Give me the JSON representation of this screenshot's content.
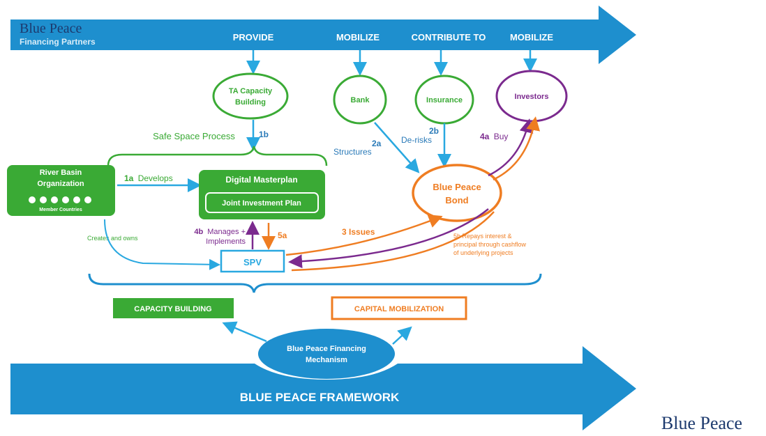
{
  "top_banner": {
    "brand": "Blue Peace",
    "subtitle": "Financing Partners",
    "actions": [
      "PROVIDE",
      "MOBILIZE",
      "CONTRIBUTE TO",
      "MOBILIZE"
    ]
  },
  "nodes": {
    "ta_capacity": [
      "TA Capacity",
      "Building"
    ],
    "bank": "Bank",
    "insurance": "Insurance",
    "investors": "Investors",
    "river_basin": [
      "River Basin",
      "Organization"
    ],
    "member_countries": "Member Countries",
    "digital_masterplan": "Digital Masterplan",
    "joint_investment_plan": "Joint Investment Plan",
    "bond": [
      "Blue Peace",
      "Bond"
    ],
    "spv": "SPV",
    "capacity_building": "CAPACITY BUILDING",
    "capital_mobilization": "CAPITAL MOBILIZATION",
    "mechanism": [
      "Blue Peace Financing",
      "Mechanism"
    ]
  },
  "labels": {
    "safe_space": "Safe Space Process",
    "step_1b": "1b",
    "step_1a": "1a",
    "develops": "Develops",
    "step_2a": "2a",
    "structures": "Structures",
    "step_2b": "2b",
    "de_risks": "De-risks",
    "step_4a": "4a",
    "buy": "Buy",
    "step_4b": "4b",
    "manages": "Manages +",
    "implements": "Implements",
    "step_5a": "5a",
    "step_3": "3 Issues",
    "repays": [
      "5b Repays interest &",
      "principal through cashflow",
      "of underlying projects"
    ],
    "creates_owns": "Creates and owns"
  },
  "bottom_banner": {
    "title": "BLUE PEACE FRAMEWORK"
  },
  "footer_brand": "Blue Peace",
  "colors": {
    "blue": "#1e8fce",
    "light_blue": "#29a8e0",
    "green": "#3aaa35",
    "orange": "#ef7d22",
    "purple": "#7b2a8e",
    "navy": "#1d3a6e",
    "teal": "#2a7ab8"
  }
}
